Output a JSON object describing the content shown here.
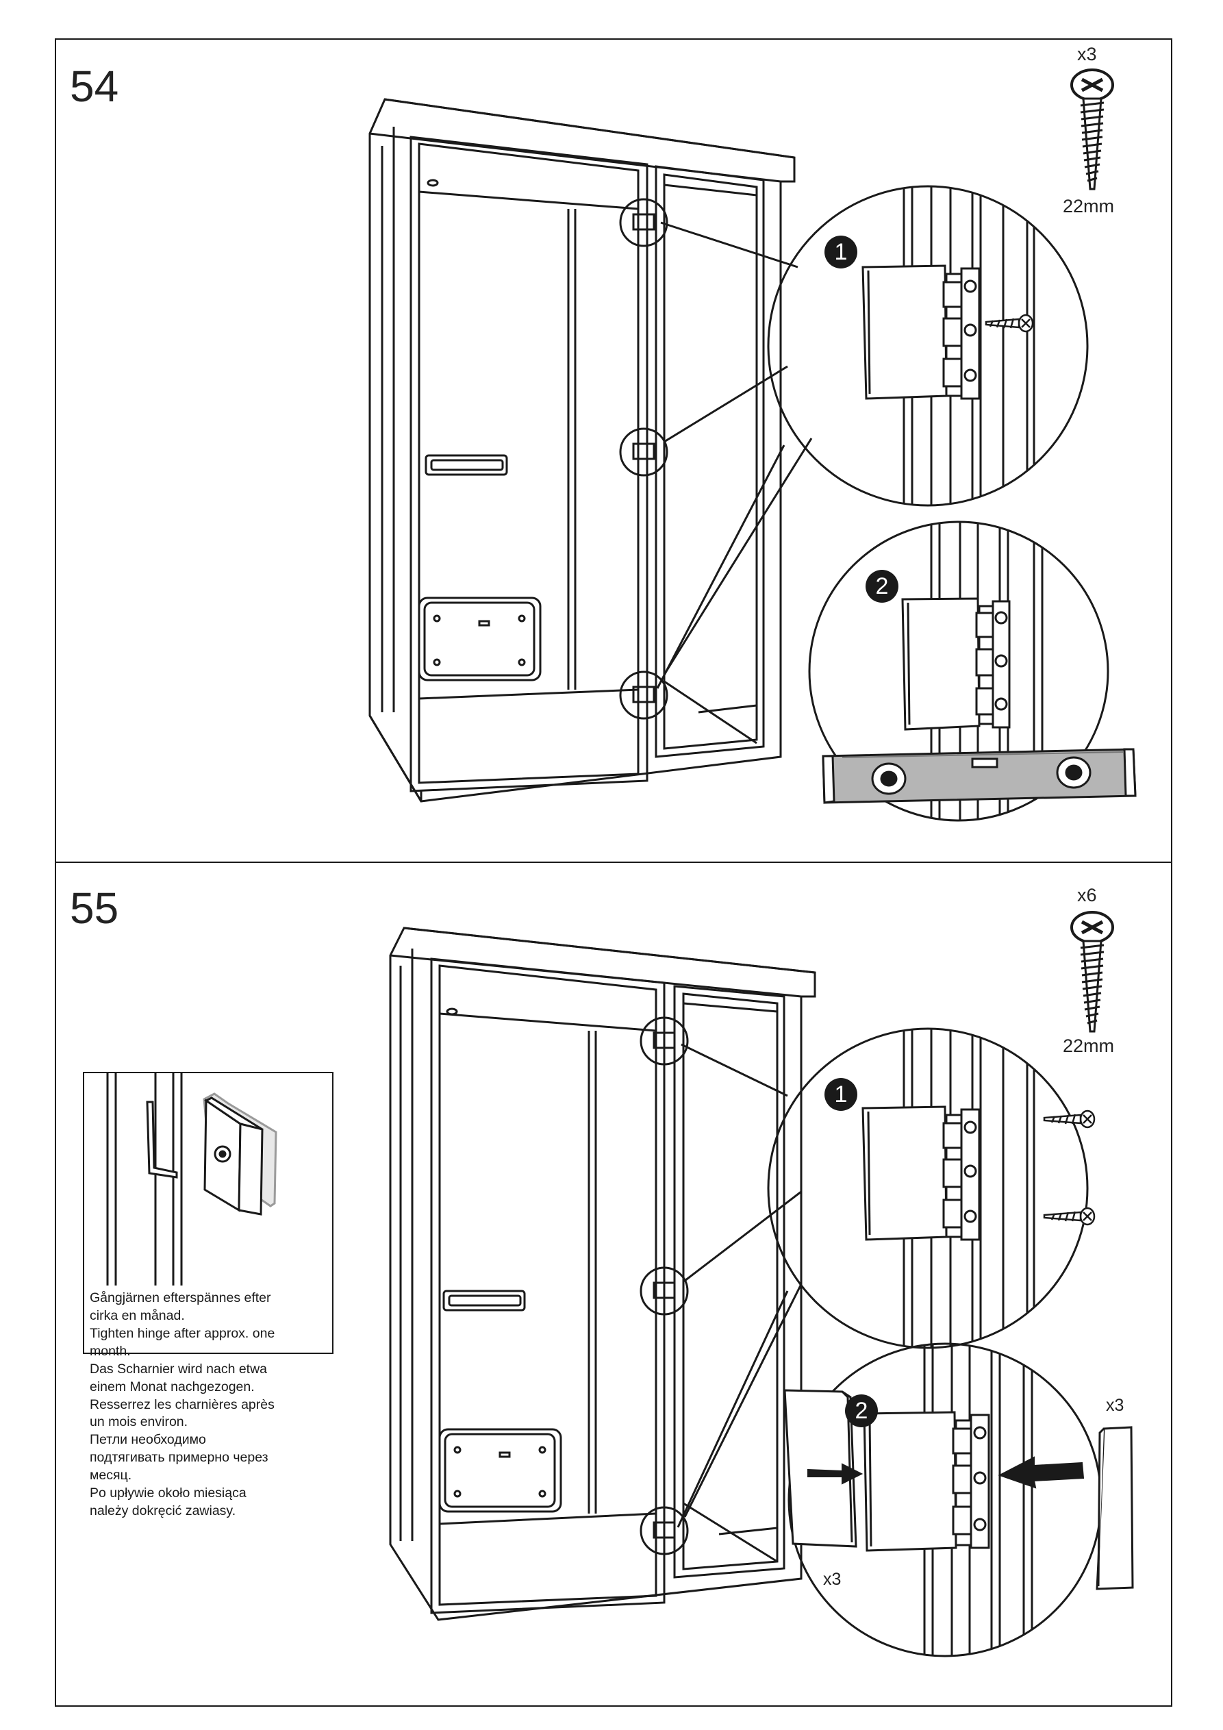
{
  "step54": {
    "number": "54",
    "screw_qty": "x3",
    "screw_size": "22mm",
    "callout_1": "1",
    "callout_2": "2"
  },
  "step55": {
    "number": "55",
    "screw_qty": "x6",
    "screw_size": "22mm",
    "callout_1": "1",
    "callout_2": "2",
    "cover_qty_right": "x3",
    "cover_qty_left": "x3",
    "note_lines": [
      "Gångjärnen efterspännes efter",
      "cirka en månad.",
      "Tighten hinge after approx. one",
      "month.",
      "Das Scharnier wird nach etwa",
      "einem Monat nachgezogen.",
      "Resserrez les charnières après",
      "un mois environ.",
      "Петли необходимо",
      "подтягивать примерно через",
      "месяц.",
      "Po upływie około miesiąca",
      "należy dokręcić zawiasy."
    ]
  },
  "colors": {
    "line": "#1a1a1a",
    "badge": "#1a1a1a",
    "level_body": "#b5b5b5"
  }
}
